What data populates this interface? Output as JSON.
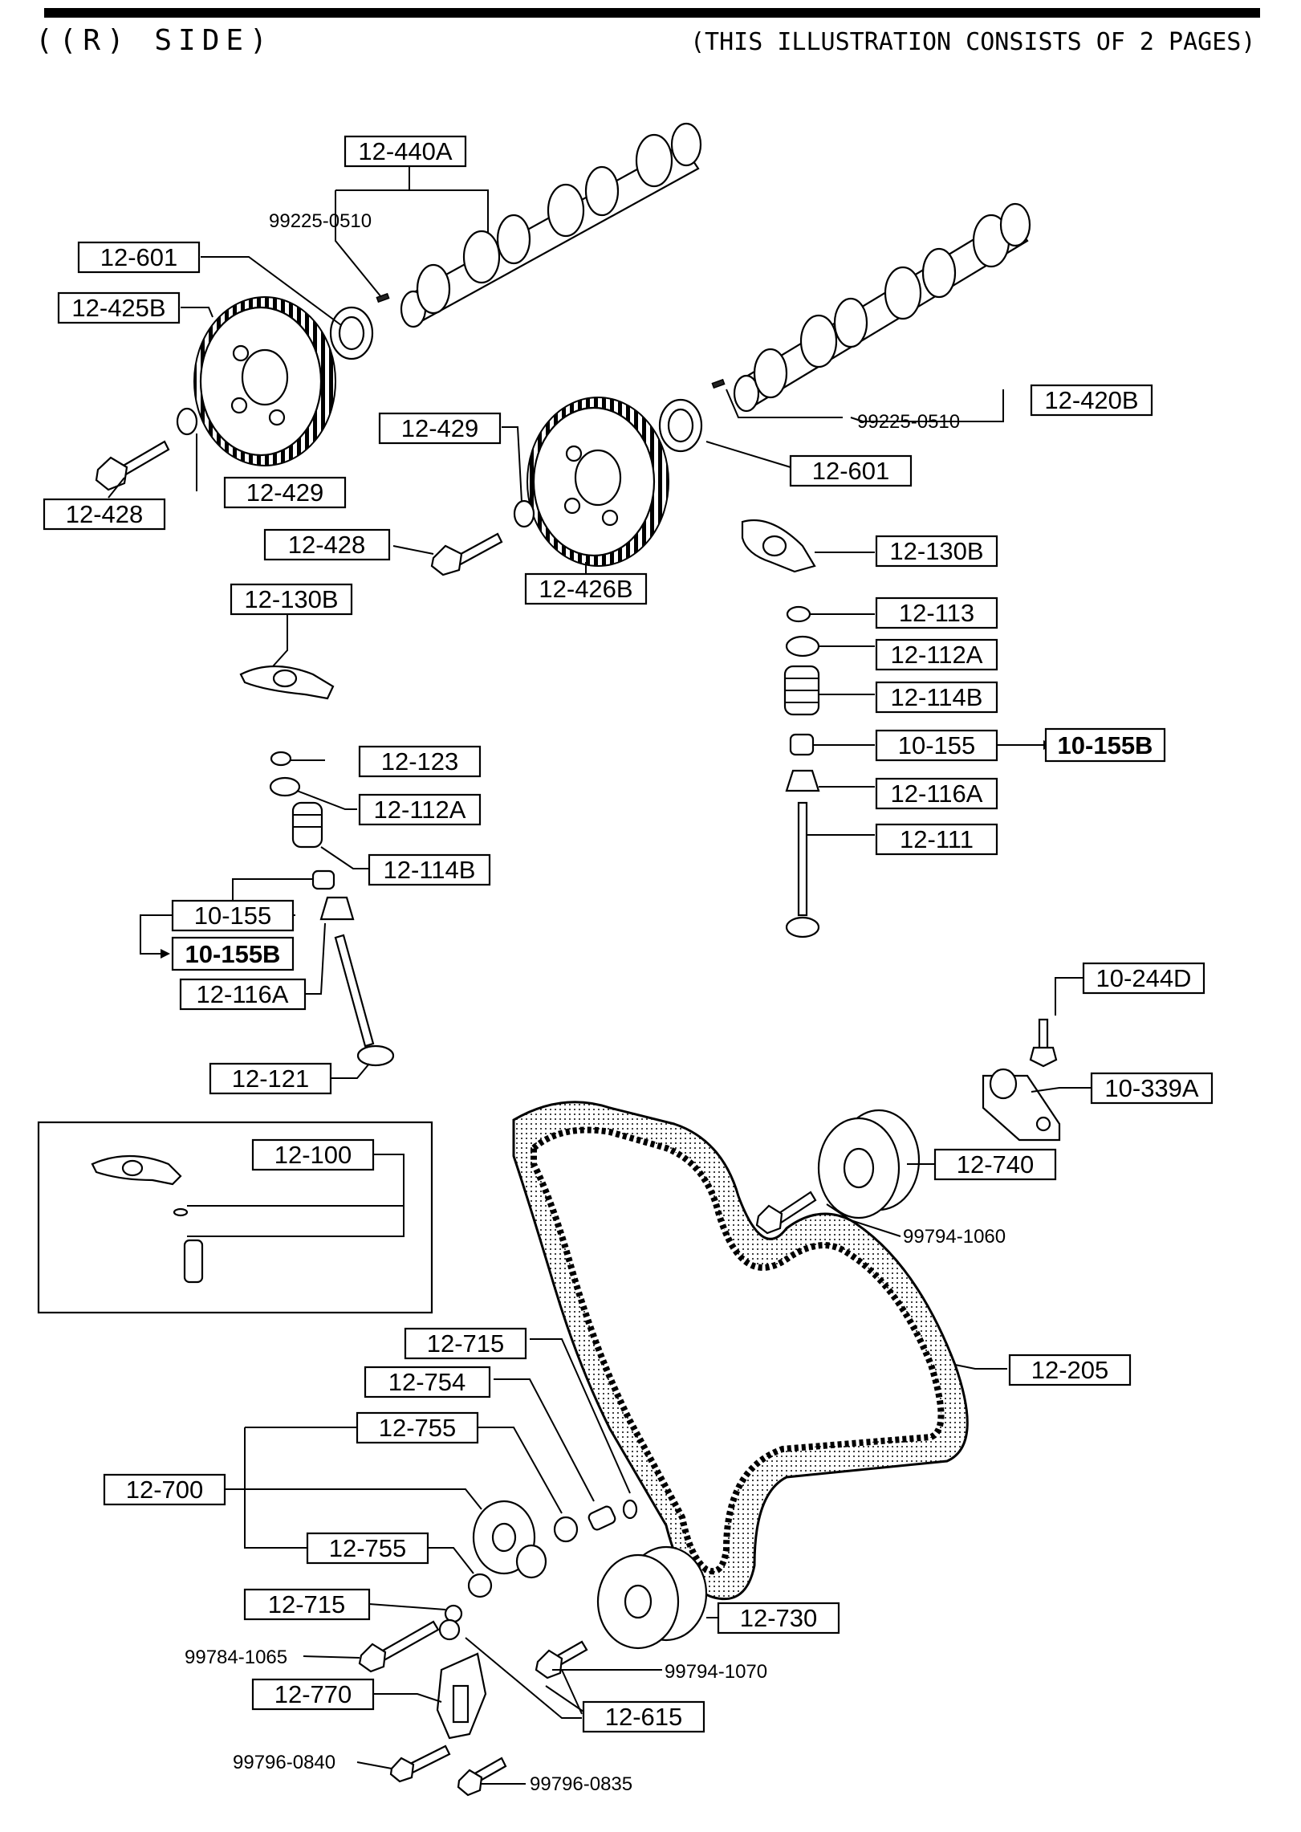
{
  "header": {
    "side_label": "((R) SIDE)",
    "note": "(THIS ILLUSTRATION CONSISTS OF  2 PAGES)"
  },
  "callouts": {
    "c_12_440A": "12-440A",
    "c_99225_0510_a": "99225-0510",
    "c_12_601_a": "12-601",
    "c_12_425B": "12-425B",
    "c_12_428_a": "12-428",
    "c_12_429_a": "12-429",
    "c_12_429_b": "12-429",
    "c_12_428_b": "12-428",
    "c_12_426B": "12-426B",
    "c_99225_0510_b": "99225-0510",
    "c_12_420B": "12-420B",
    "c_12_601_b": "12-601",
    "c_12_130B_a": "12-130B",
    "c_12_130B_b": "12-130B",
    "c_12_113": "12-113",
    "c_12_112A_a": "12-112A",
    "c_12_114B_a": "12-114B",
    "c_10_155_a": "10-155",
    "c_10_155B_a": "10-155B",
    "c_12_116A_a": "12-116A",
    "c_12_111": "12-111",
    "c_12_123": "12-123",
    "c_12_112A_b": "12-112A",
    "c_12_114B_b": "12-114B",
    "c_10_155_b": "10-155",
    "c_10_155B_b": "10-155B",
    "c_12_116A_b": "12-116A",
    "c_12_121": "12-121",
    "c_10_244D": "10-244D",
    "c_10_339A": "10-339A",
    "c_12_100": "12-100",
    "c_12_740": "12-740",
    "c_99794_1060": "99794-1060",
    "c_12_205": "12-205",
    "c_12_715_a": "12-715",
    "c_12_754": "12-754",
    "c_12_755_a": "12-755",
    "c_12_700": "12-700",
    "c_12_755_b": "12-755",
    "c_12_715_b": "12-715",
    "c_99784_1065": "99784-1065",
    "c_12_730": "12-730",
    "c_99794_1070": "99794-1070",
    "c_12_770": "12-770",
    "c_12_615": "12-615",
    "c_99796_0840": "99796-0840",
    "c_99796_0835": "99796-0835"
  }
}
